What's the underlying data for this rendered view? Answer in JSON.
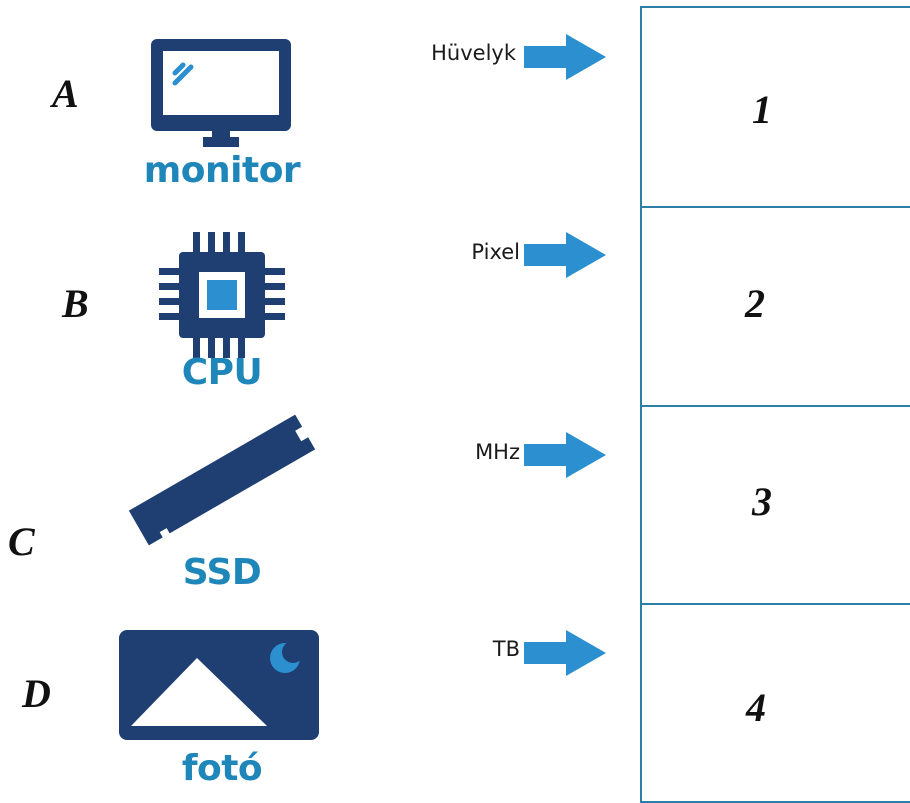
{
  "letters": [
    "A",
    "B",
    "C",
    "D"
  ],
  "items": [
    {
      "label": "monitor",
      "icon": "monitor-icon"
    },
    {
      "label": "CPU",
      "icon": "cpu-icon"
    },
    {
      "label": "SSD",
      "icon": "ssd-icon"
    },
    {
      "label": "fotó",
      "icon": "photo-icon"
    }
  ],
  "units": [
    "Hüvelyk",
    "Pixel",
    "MHz",
    "TB"
  ],
  "numbers": [
    "1",
    "2",
    "3",
    "4"
  ],
  "colors": {
    "icon_dark": "#1f3f73",
    "icon_light": "#1e86b8",
    "arrow": "#2b8fd0",
    "box_border": "#2c7fa6"
  }
}
